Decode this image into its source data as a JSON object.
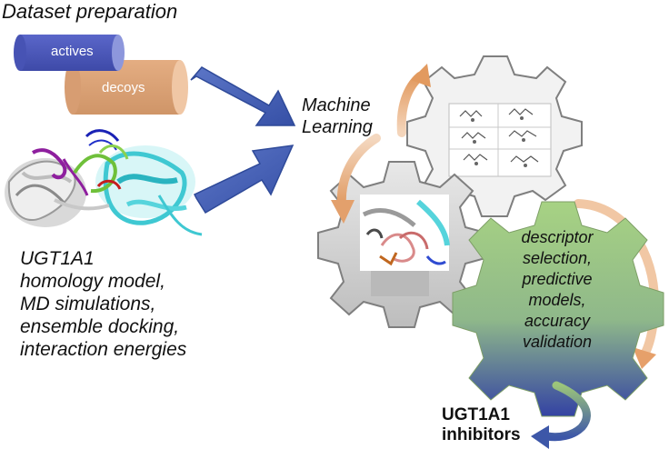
{
  "header": {
    "title": "Dataset preparation"
  },
  "cylinders": {
    "actives": "actives",
    "decoys": "decoys"
  },
  "ml": {
    "line1": "Machine",
    "line2": "Learning"
  },
  "model": {
    "lines": [
      "UGT1A1",
      "homology model,",
      "MD simulations,",
      "ensemble docking,",
      "interaction energies"
    ]
  },
  "gear": {
    "lines": [
      "descriptor",
      "selection,",
      "predictive",
      "models,",
      "accuracy",
      "validation"
    ]
  },
  "result": {
    "line1": "UGT1A1",
    "line2": "inhibitors"
  },
  "colors": {
    "actives": "#4d5bbf",
    "decoys": "#e0a778",
    "arrow_blue": "#4a63b5",
    "gear_green": "#9cc97a",
    "gear_blue": "#3b4aa6",
    "curve_orange": "#e6a06a"
  }
}
